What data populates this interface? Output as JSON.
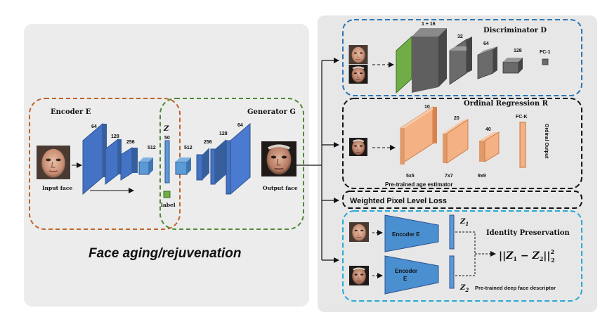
{
  "colors": {
    "left_panel": "#ececec",
    "right_panel": "#e7e7e7",
    "encoder_border": "#c0622a",
    "generator_border": "#4e8a34",
    "discriminator_border": "#2e75b6",
    "identity_border": "#27a9d6",
    "black_border": "#111111",
    "block_blue": "#4472c4",
    "block_blue_light": "#5b9bd5",
    "block_orange": "#f4b183",
    "block_orange_dark": "#d9834c",
    "block_green": "#70ad47",
    "block_gray": "#6b6b6b",
    "face_skin": "#d8a88e"
  },
  "encoder": {
    "title": "Encoder E",
    "input_label": "Input face",
    "layer_sizes": [
      "64",
      "128",
      "256",
      "512"
    ]
  },
  "latent": {
    "z_label": "Z",
    "z_size": "50",
    "label_text": "label"
  },
  "generator": {
    "title": "Generator G",
    "output_label": "Output face",
    "layer_sizes": [
      "512",
      "256",
      "128",
      "64"
    ]
  },
  "caption": "Face aging/rejuvenation",
  "discriminator": {
    "title": "Discriminator D",
    "layer_sizes": [
      "1 + 16",
      "32",
      "64",
      "128"
    ],
    "fc_label": "FC-1"
  },
  "ordinal": {
    "title": "Ordinal Regression R",
    "layer_sizes": [
      "10",
      "20",
      "40"
    ],
    "fc_label": "FC-K",
    "output_label": "Ordinal Output",
    "kernel_sizes": [
      "5x5",
      "7x7",
      "9x9"
    ],
    "caption": "Pre-trained age estimator"
  },
  "pixel_loss": {
    "title": "Weighted Pixel Level Loss"
  },
  "identity": {
    "title": "Identity Preservation",
    "encoder_label_1": "Encoder E",
    "encoder_label_2": "Encoder",
    "encoder_label_2b": "E",
    "z1_label": "Z",
    "z1_sub": "1",
    "z2_label": "Z",
    "z2_sub": "2",
    "formula_norm": "||",
    "formula_z1": "Z",
    "formula_sub1": "1",
    "formula_minus": " − ",
    "formula_z2": "Z",
    "formula_sub2": "2",
    "formula_end": "||",
    "formula_exp": "2",
    "formula_low": "2",
    "caption": "Pre-trained deep face descriptor"
  }
}
